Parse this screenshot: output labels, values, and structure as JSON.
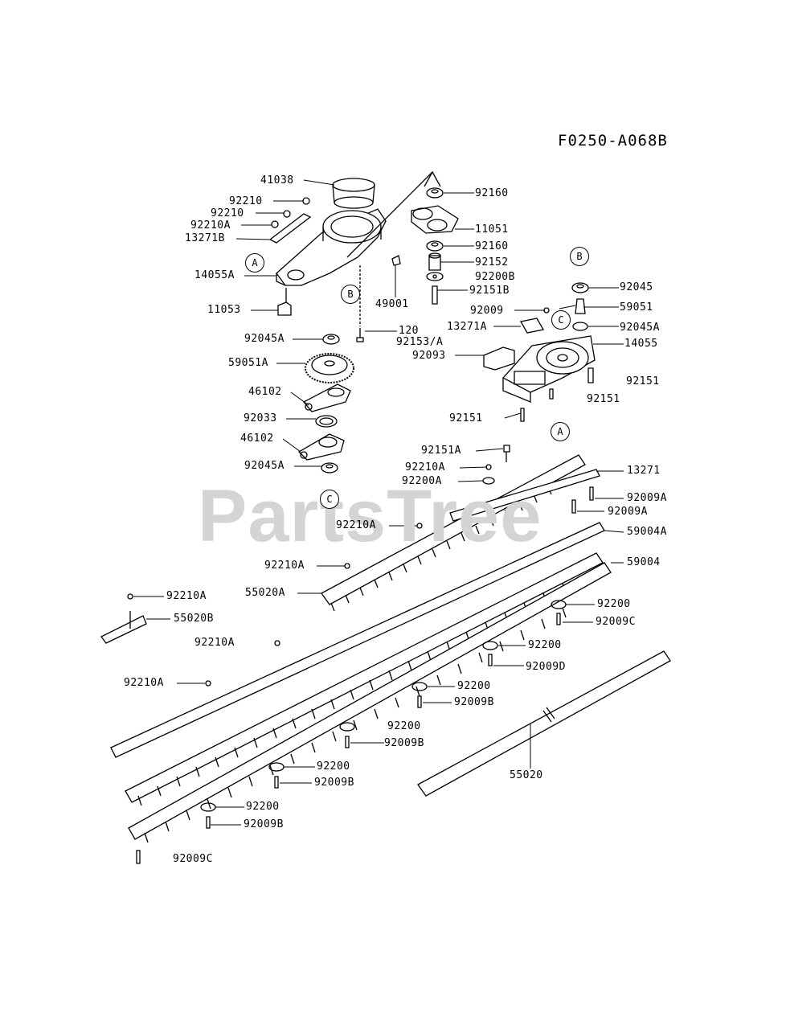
{
  "diagram": {
    "code": "F0250-A068B",
    "watermark": "PartsTree",
    "refs": {
      "A": "A",
      "B": "B",
      "C": "C"
    },
    "labels": {
      "p41038": "41038",
      "p92210_1": "92210",
      "p92210_2": "92210",
      "p92210A_1": "92210A",
      "p13271B": "13271B",
      "p14055A": "14055A",
      "p11053": "11053",
      "p49001": "49001",
      "p120": "120",
      "p92153A": "92153/A",
      "p92160_1": "92160",
      "p11051": "11051",
      "p92160_2": "92160",
      "p92152": "92152",
      "p92200B": "92200B",
      "p92151B": "92151B",
      "p92045": "92045",
      "p59051": "59051",
      "p92045A_r": "92045A",
      "p14055": "14055",
      "p92009": "92009",
      "p13271A": "13271A",
      "p92093": "92093",
      "p92151_r": "92151",
      "p92151_r2": "92151",
      "p92151_m": "92151",
      "p92045A_1": "92045A",
      "p59051A": "59051A",
      "p46102_1": "46102",
      "p92033": "92033",
      "p46102_2": "46102",
      "p92045A_2": "92045A",
      "p92151A": "92151A",
      "p92210A_2": "92210A",
      "p92200A": "92200A",
      "p13271": "13271",
      "p92009A_1": "92009A",
      "p92009A_2": "92009A",
      "p59004A": "59004A",
      "p92210A_3": "92210A",
      "p92210A_4": "92210A",
      "p59004": "59004",
      "p55020A": "55020A",
      "p92210A_5": "92210A",
      "p55020B": "55020B",
      "p92200_1": "92200",
      "p92009C_1": "92009C",
      "p92210A_6": "92210A",
      "p92200_2": "92200",
      "p92009D": "92009D",
      "p92210A_7": "92210A",
      "p92200_3": "92200",
      "p92009B_1": "92009B",
      "p92200_4": "92200",
      "p92009B_2": "92009B",
      "p55020": "55020",
      "p92200_5": "92200",
      "p92009B_3": "92009B",
      "p92200_6": "92200",
      "p92009B_4": "92009B",
      "p92009C_2": "92009C"
    }
  }
}
